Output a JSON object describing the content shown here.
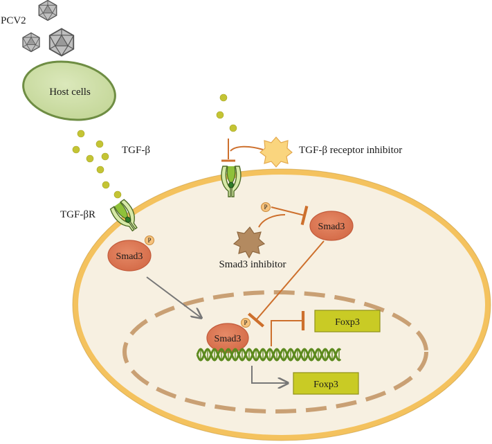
{
  "labels": {
    "virus": "PCV2",
    "host_cells": "Host cells",
    "ligand": "TGF-β",
    "receptor": "TGF-βR",
    "receptor_inhibitor": "TGF-β receptor inhibitor",
    "smad3_inhibitor": "Smad3 inhibitor",
    "smad3": "Smad3",
    "phospho": "P",
    "foxp3": "Foxp3"
  },
  "colors": {
    "cell_fill": "#f7f0e1",
    "cell_border": "#f4c25e",
    "nucleus_border": "#c9a074",
    "host_fill": "#cfdfa9",
    "host_border": "#6e8d43",
    "ligand": "#c4c434",
    "smad3": "#db7351",
    "phospho": "#f6c27c",
    "foxp3": "#c9cb25",
    "inhibit_line": "#cd6f2c",
    "activate_line": "#777777",
    "dna": "#5d8a1f",
    "smad3_inhibitor_shape": "#b38a60",
    "receptor_inhibitor_shape": "#fad57e"
  },
  "icons": [
    "virus-icon",
    "receptor-icon",
    "smad3-inhibitor-icon",
    "receptor-inhibitor-icon",
    "dna-icon"
  ]
}
